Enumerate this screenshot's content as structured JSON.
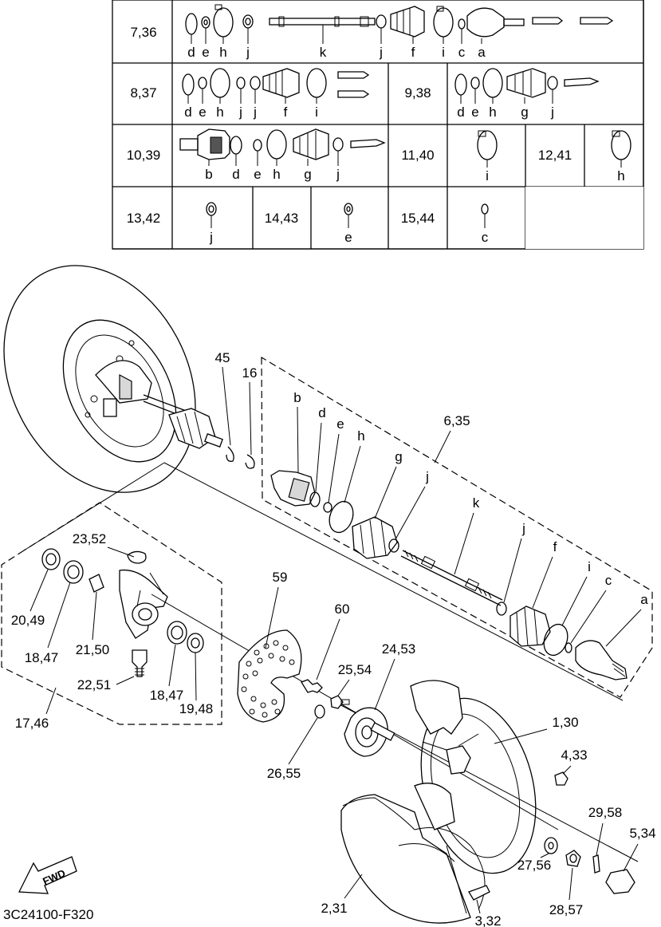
{
  "table": {
    "row1": {
      "ref": "7,36",
      "letters": [
        "d",
        "e",
        "h",
        "j",
        "k",
        "j",
        "f",
        "i",
        "c",
        "a"
      ]
    },
    "row2": {
      "ref": "8,37",
      "letters": [
        "d",
        "e",
        "h",
        "j",
        "j",
        "f",
        "i"
      ],
      "ref2": "9,38",
      "letters2": [
        "d",
        "e",
        "h",
        "g",
        "j"
      ]
    },
    "row3": {
      "ref": "10,39",
      "letters": [
        "b",
        "d",
        "e",
        "h",
        "g",
        "j"
      ],
      "ref2": "11,40",
      "letter2": "i",
      "ref3": "12,41",
      "letter3": "h"
    },
    "row4": {
      "ref": "13,42",
      "letter": "j",
      "ref2": "14,43",
      "letter2": "e",
      "ref3": "15,44",
      "letter3": "c"
    }
  },
  "callouts": {
    "c45": "45",
    "c16": "16",
    "c635": "6,35",
    "lb": "b",
    "ld": "d",
    "le": "e",
    "lh": "h",
    "lg": "g",
    "lj1": "j",
    "lk": "k",
    "lj2": "j",
    "lf": "f",
    "li": "i",
    "lc": "c",
    "la": "a",
    "c2352": "23,52",
    "c59": "59",
    "c60": "60",
    "c2049": "20,49",
    "c1847a": "18,47",
    "c2150": "21,50",
    "c2251": "22,51",
    "c1847b": "18,47",
    "c1948": "19,48",
    "c1746": "17,46",
    "c2453": "24,53",
    "c2554": "25,54",
    "c2655": "26,55",
    "c130": "1,30",
    "c433": "4,33",
    "c2958": "29,58",
    "c534": "5,34",
    "c2756": "27,56",
    "c2857": "28,57",
    "c231": "2,31",
    "c332": "3,32"
  },
  "fwd": "FWD",
  "code": "3C24100-F320"
}
